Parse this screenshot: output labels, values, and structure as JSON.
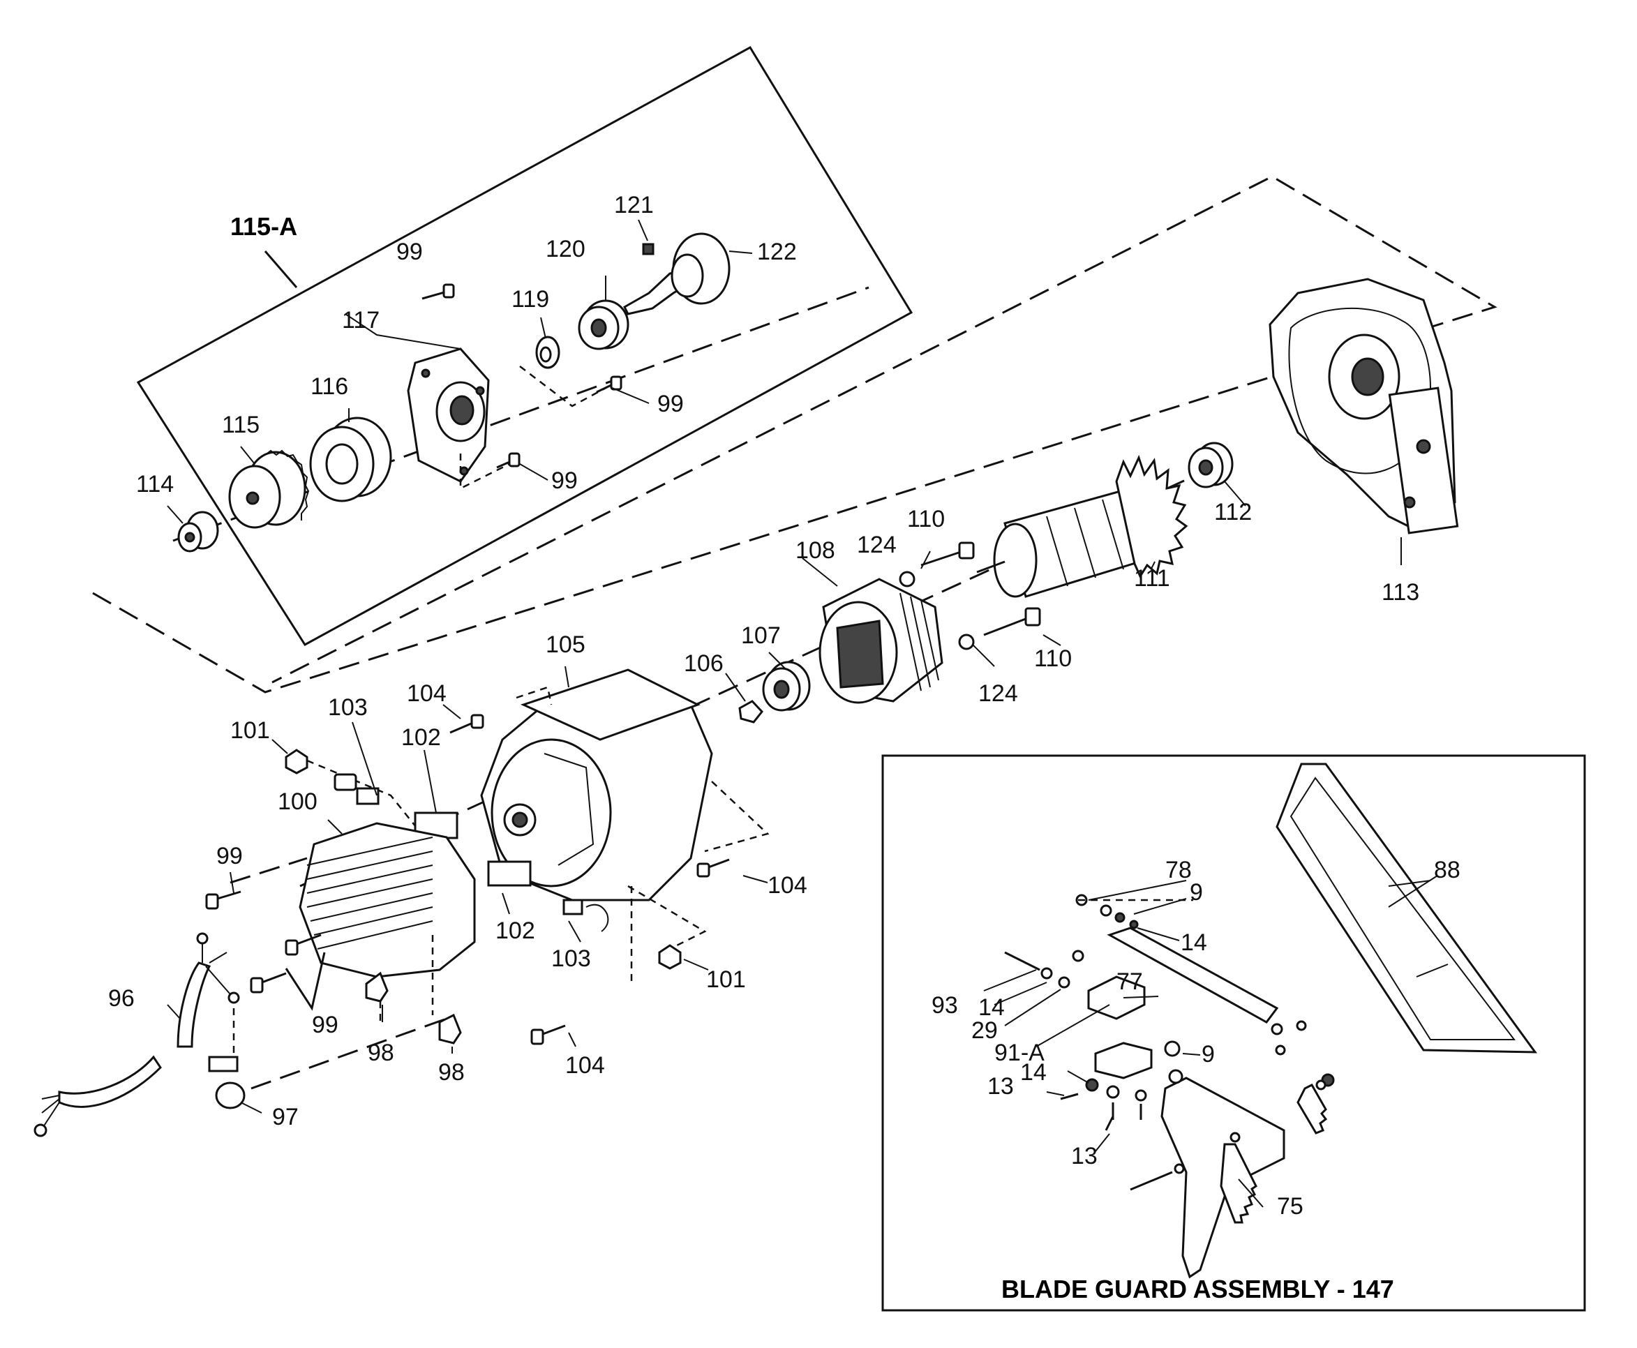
{
  "subassembly_label": "115-A",
  "inset_title": "BLADE GUARD ASSEMBLY - 147",
  "callouts": [
    {
      "id": "c115a-99a",
      "text": "99"
    },
    {
      "id": "c121",
      "text": "121"
    },
    {
      "id": "c120",
      "text": "120"
    },
    {
      "id": "c122",
      "text": "122"
    },
    {
      "id": "c119",
      "text": "119"
    },
    {
      "id": "c117",
      "text": "117"
    },
    {
      "id": "c99b",
      "text": "99"
    },
    {
      "id": "c116",
      "text": "116"
    },
    {
      "id": "c115",
      "text": "115"
    },
    {
      "id": "c99c",
      "text": "99"
    },
    {
      "id": "c114",
      "text": "114"
    },
    {
      "id": "c112",
      "text": "112"
    },
    {
      "id": "c113",
      "text": "113"
    },
    {
      "id": "c110a",
      "text": "110"
    },
    {
      "id": "c124a",
      "text": "124"
    },
    {
      "id": "c108",
      "text": "108"
    },
    {
      "id": "c111",
      "text": "111"
    },
    {
      "id": "c110b",
      "text": "110"
    },
    {
      "id": "c124b",
      "text": "124"
    },
    {
      "id": "c105",
      "text": "105"
    },
    {
      "id": "c107",
      "text": "107"
    },
    {
      "id": "c106",
      "text": "106"
    },
    {
      "id": "c104a",
      "text": "104"
    },
    {
      "id": "c103a",
      "text": "103"
    },
    {
      "id": "c101a",
      "text": "101"
    },
    {
      "id": "c102a",
      "text": "102"
    },
    {
      "id": "c100",
      "text": "100"
    },
    {
      "id": "c99d",
      "text": "99"
    },
    {
      "id": "c104b",
      "text": "104"
    },
    {
      "id": "c102b",
      "text": "102"
    },
    {
      "id": "c103b",
      "text": "103"
    },
    {
      "id": "c101b",
      "text": "101"
    },
    {
      "id": "c96",
      "text": "96"
    },
    {
      "id": "c99e",
      "text": "99"
    },
    {
      "id": "c98a",
      "text": "98"
    },
    {
      "id": "c98b",
      "text": "98"
    },
    {
      "id": "c104c",
      "text": "104"
    },
    {
      "id": "c97",
      "text": "97"
    },
    {
      "id": "c78",
      "text": "78"
    },
    {
      "id": "c9a",
      "text": "9"
    },
    {
      "id": "c88",
      "text": "88"
    },
    {
      "id": "c14a",
      "text": "14"
    },
    {
      "id": "c93",
      "text": "93"
    },
    {
      "id": "c14b",
      "text": "14"
    },
    {
      "id": "c77",
      "text": "77"
    },
    {
      "id": "c29",
      "text": "29"
    },
    {
      "id": "c91a",
      "text": "91-A"
    },
    {
      "id": "c9b",
      "text": "9"
    },
    {
      "id": "c14c",
      "text": "14"
    },
    {
      "id": "c13a",
      "text": "13"
    },
    {
      "id": "c13b",
      "text": "13"
    },
    {
      "id": "c75",
      "text": "75"
    }
  ]
}
